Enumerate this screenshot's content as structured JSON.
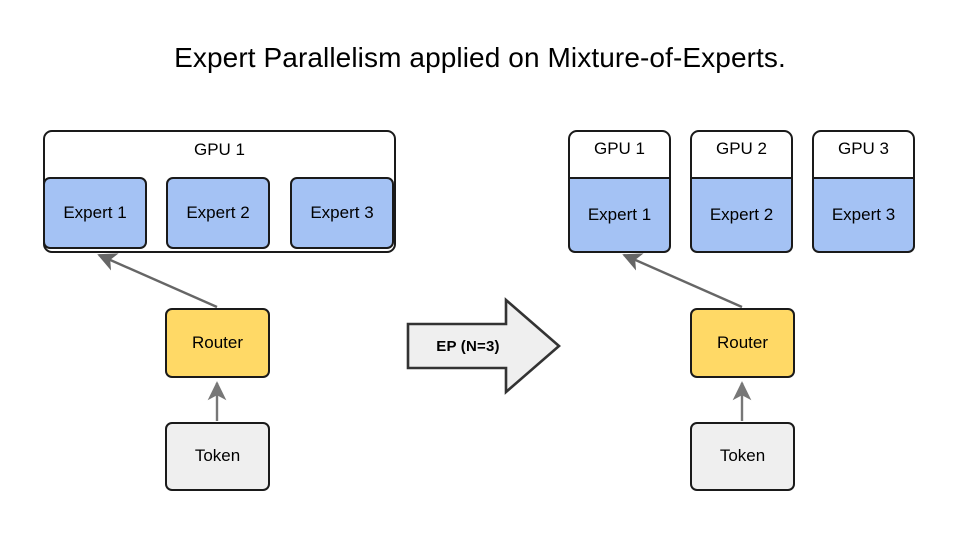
{
  "title": "Expert Parallelism applied on Mixture-of-Experts.",
  "colors": {
    "expert_fill": "#a4c2f4",
    "router_fill": "#ffd966",
    "token_fill": "#efefef",
    "gpu_fill": "#ffffff",
    "arrow_fill": "#efefef",
    "stroke": "#1a1a1a",
    "connector": "#666666",
    "background": "#ffffff"
  },
  "left": {
    "gpu_label": "GPU 1",
    "experts": [
      {
        "label": "Expert 1"
      },
      {
        "label": "Expert 2"
      },
      {
        "label": "Expert 3"
      }
    ],
    "router_label": "Router",
    "token_label": "Token"
  },
  "transform": {
    "label": "EP (N=3)"
  },
  "right": {
    "gpus": [
      {
        "gpu_label": "GPU 1",
        "expert_label": "Expert 1"
      },
      {
        "gpu_label": "GPU 2",
        "expert_label": "Expert 2"
      },
      {
        "gpu_label": "GPU 3",
        "expert_label": "Expert 3"
      }
    ],
    "router_label": "Router",
    "token_label": "Token"
  }
}
